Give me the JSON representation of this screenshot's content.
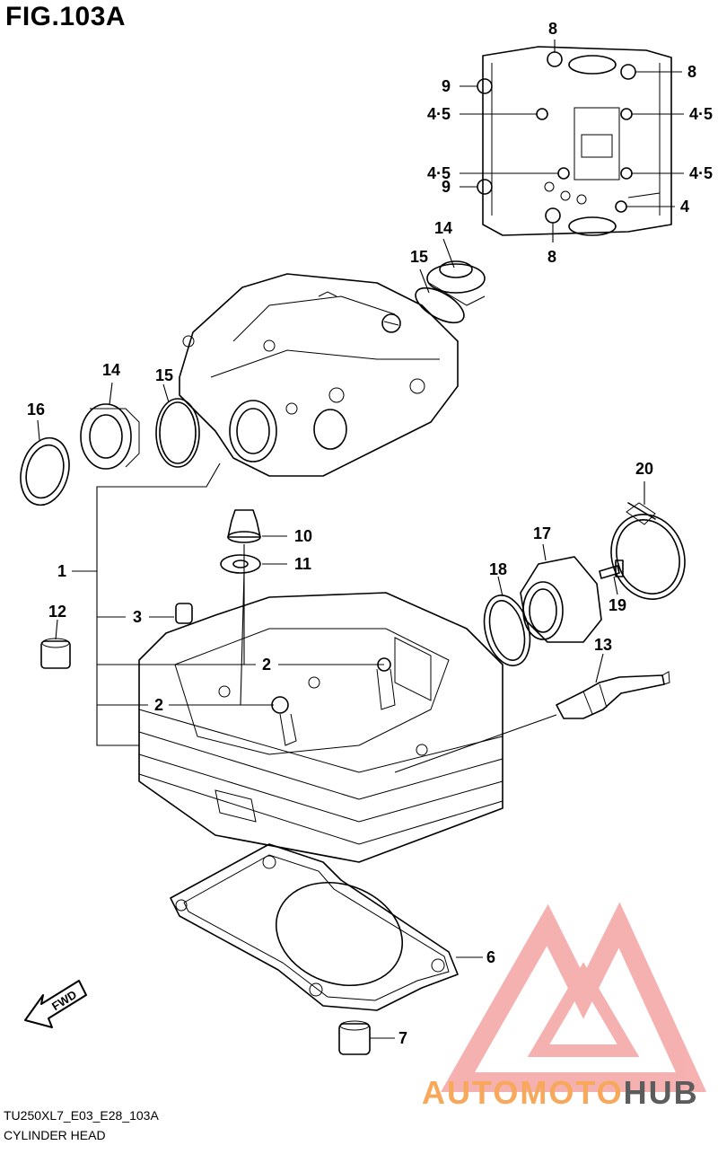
{
  "figure": {
    "title": "FIG.103A",
    "code": "TU250XL7_E03_E28_103A",
    "caption": "CYLINDER HEAD"
  },
  "callouts": [
    {
      "id": "c8a",
      "text": "8"
    },
    {
      "id": "c8b",
      "text": "8"
    },
    {
      "id": "c9a",
      "text": "9"
    },
    {
      "id": "c45a",
      "text": "4·5"
    },
    {
      "id": "c45b",
      "text": "4·5"
    },
    {
      "id": "c45c",
      "text": "4·5"
    },
    {
      "id": "c45d",
      "text": "4·5"
    },
    {
      "id": "c9b",
      "text": "9"
    },
    {
      "id": "c4",
      "text": "4"
    },
    {
      "id": "c8c",
      "text": "8"
    },
    {
      "id": "c14a",
      "text": "14"
    },
    {
      "id": "c15a",
      "text": "15"
    },
    {
      "id": "c14b",
      "text": "14"
    },
    {
      "id": "c15b",
      "text": "15"
    },
    {
      "id": "c16",
      "text": "16"
    },
    {
      "id": "c20",
      "text": "20"
    },
    {
      "id": "c10",
      "text": "10"
    },
    {
      "id": "c17",
      "text": "17"
    },
    {
      "id": "c1",
      "text": "1"
    },
    {
      "id": "c11",
      "text": "11"
    },
    {
      "id": "c18",
      "text": "18"
    },
    {
      "id": "c19",
      "text": "19"
    },
    {
      "id": "c12",
      "text": "12"
    },
    {
      "id": "c3",
      "text": "3"
    },
    {
      "id": "c13",
      "text": "13"
    },
    {
      "id": "c2a",
      "text": "2"
    },
    {
      "id": "c2b",
      "text": "2"
    },
    {
      "id": "c6",
      "text": "6"
    },
    {
      "id": "c7",
      "text": "7"
    }
  ],
  "fwd_label": "FWD",
  "watermark": {
    "part_a": "AUTOMOTO",
    "part_b": "HUB",
    "color_a": "#f7a85a",
    "color_b": "#5c5c5c",
    "logo_color": "#f4a3a3"
  }
}
